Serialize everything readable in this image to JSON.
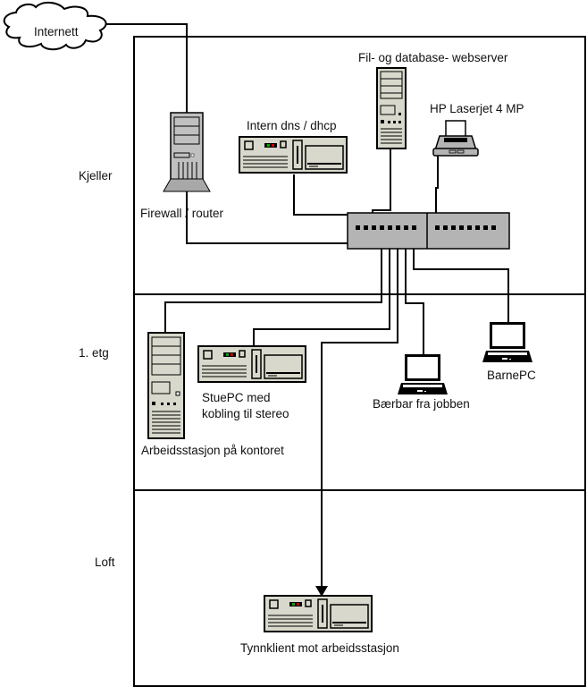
{
  "cloud": {
    "label": "Internett"
  },
  "floors": [
    {
      "name": "Kjeller"
    },
    {
      "name": "1. etg"
    },
    {
      "name": "Loft"
    }
  ],
  "devices": {
    "firewall": {
      "label": "Firewall / router"
    },
    "dns": {
      "label": "Intern dns / dhcp"
    },
    "fileserver": {
      "label": "Fil- og database- webserver"
    },
    "printer": {
      "label": "HP Laserjet 4 MP"
    },
    "workstation": {
      "label": "Arbeidsstasjon på kontoret"
    },
    "stuepc": {
      "label_line1": "StuePC med",
      "label_line2": "kobling til stereo"
    },
    "laptop_work": {
      "label": "Bærbar fra jobben"
    },
    "barnepc": {
      "label": "BarnePC"
    },
    "thinclient": {
      "label": "Tynnklient mot arbeidsstasjon"
    }
  },
  "colors": {
    "device_fill": "#d8d8cc",
    "switch_fill": "#b4b4b4",
    "line": "#000000",
    "tower_fill": "#c0c0c0"
  }
}
